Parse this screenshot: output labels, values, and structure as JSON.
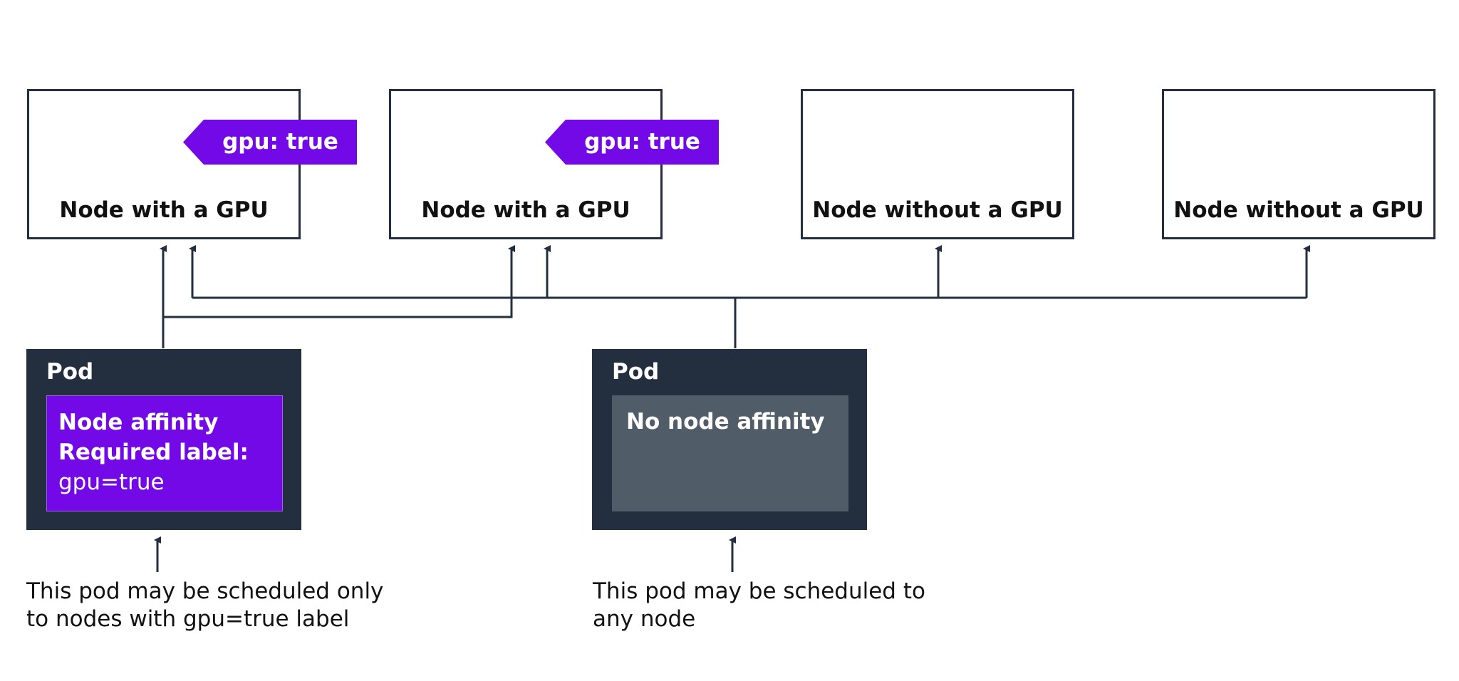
{
  "nodes": [
    {
      "label": "Node with a GPU",
      "tag": "gpu: true"
    },
    {
      "label": "Node with a GPU",
      "tag": "gpu: true"
    },
    {
      "label": "Node without a GPU"
    },
    {
      "label": "Node without a GPU"
    }
  ],
  "pods": [
    {
      "title": "Pod",
      "affinity_title": "Node affinity",
      "affinity_subtitle": "Required label:",
      "affinity_value": "gpu=true",
      "caption_line1": "This pod may be scheduled only",
      "caption_line2": "to nodes with gpu=true label"
    },
    {
      "title": "Pod",
      "affinity_title": "No node affinity",
      "caption_line1": "This pod may be scheduled to",
      "caption_line2": "any node"
    }
  ],
  "colors": {
    "line": "#232f3e",
    "accent_purple": "#7209e6",
    "pod_background": "#232f3e",
    "no_affinity_background": "#505c68"
  }
}
